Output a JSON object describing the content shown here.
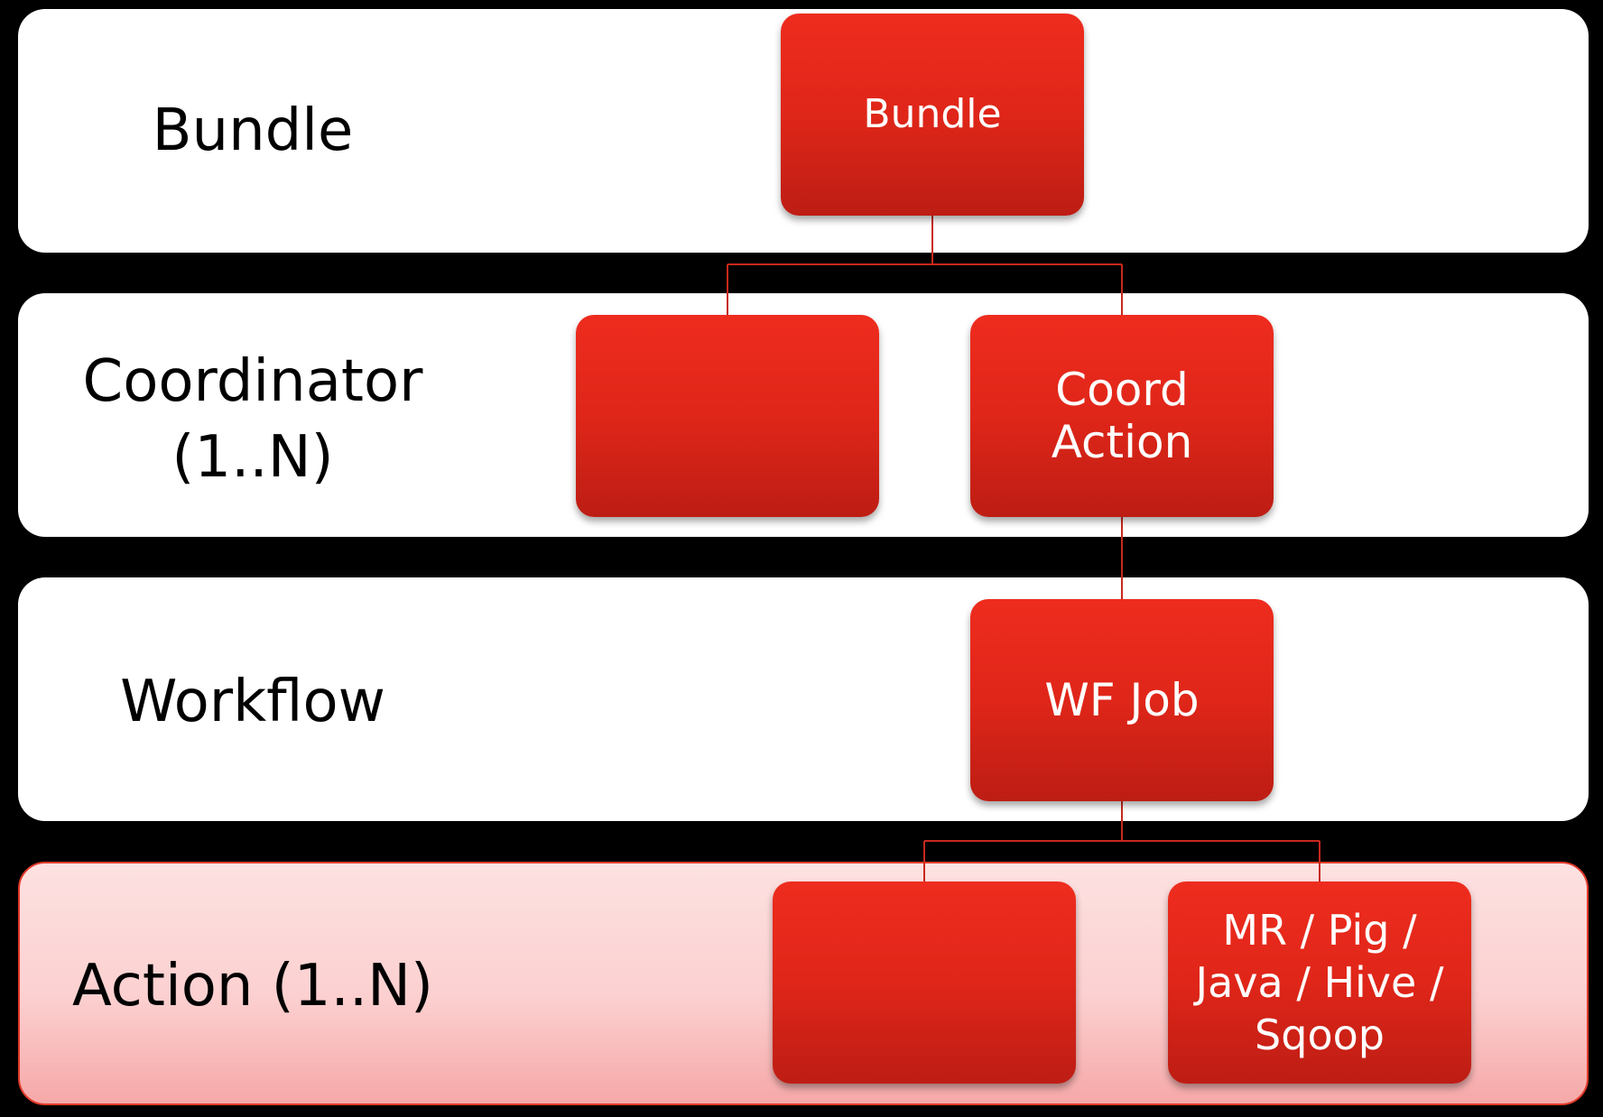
{
  "levels": [
    {
      "lines": [
        "Bundle"
      ]
    },
    {
      "lines": [
        "Coordinator",
        "(1..N)"
      ]
    },
    {
      "lines": [
        "Workflow"
      ]
    },
    {
      "lines": [
        "Action (1..N)"
      ]
    }
  ],
  "nodes": {
    "bundle": {
      "lines": [
        "Bundle"
      ]
    },
    "coordinator_blank": {
      "lines": []
    },
    "coord_action": {
      "lines": [
        "Coord",
        "Action"
      ]
    },
    "wf_job": {
      "lines": [
        "WF Job"
      ]
    },
    "action_blank": {
      "lines": []
    },
    "action_types": {
      "lines": [
        "MR / Pig /",
        "Java / Hive /",
        "Sqoop"
      ]
    }
  },
  "colors": {
    "node_fill": "#df2619",
    "connector": "#c8281c",
    "band_white": "#ffffff",
    "band_highlight": "#fcd0d0",
    "background": "#000000"
  }
}
